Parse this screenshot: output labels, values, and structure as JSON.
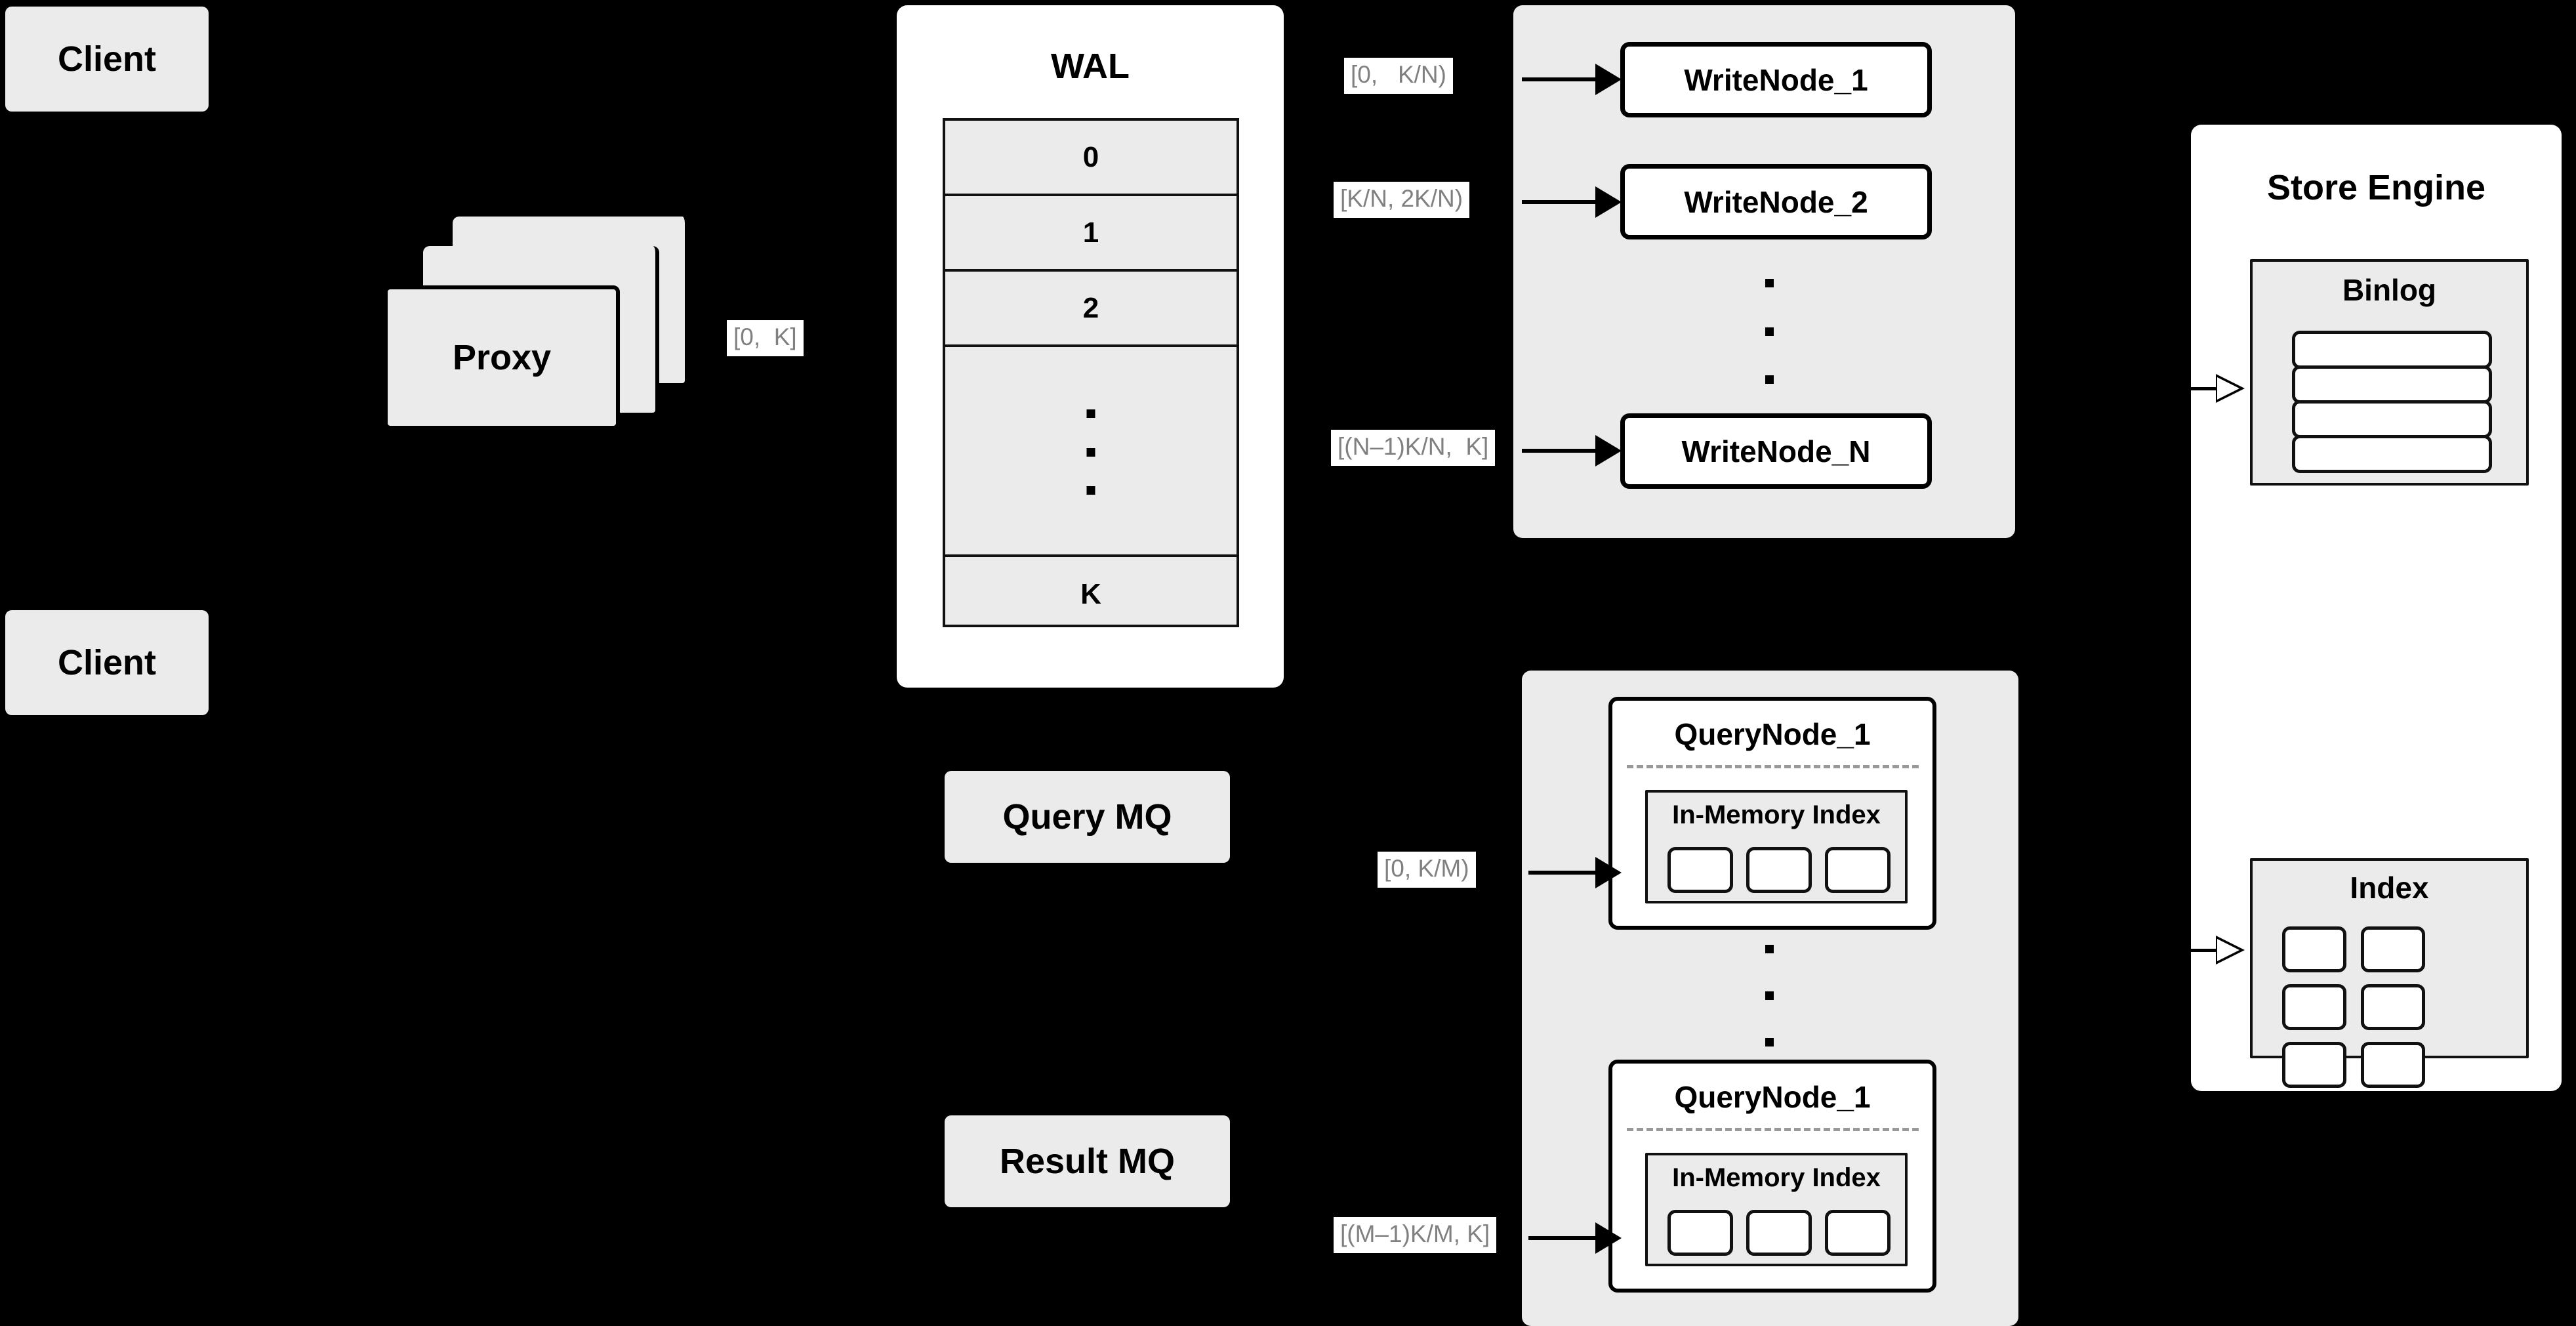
{
  "diagram": {
    "title": "Distributed Write/Query Architecture",
    "background": "#000000",
    "box_fill": "#ebebeb",
    "panel_fill": "#ffffff",
    "label_text_color": "#808080",
    "stroke": "#000000"
  },
  "clients": [
    {
      "label": "Client"
    },
    {
      "label": "Client"
    }
  ],
  "proxy": {
    "label": "Proxy",
    "stack_count": 3
  },
  "wal": {
    "title": "WAL",
    "rows": [
      "0",
      "1",
      "2",
      "",
      "K"
    ],
    "ellipsis_row_index": 3,
    "ellipsis_dots": 3
  },
  "queues": [
    {
      "label": "Query MQ"
    },
    {
      "label": "Result MQ"
    }
  ],
  "write_cluster": {
    "nodes": [
      {
        "label": "WriteNode_1"
      },
      {
        "label": "WriteNode_2"
      },
      {
        "label": "WriteNode_N"
      }
    ],
    "ellipsis_dots": 3
  },
  "query_cluster": {
    "nodes": [
      {
        "label": "QueryNode_1",
        "index_title": "In-Memory Index",
        "segments": 3
      },
      {
        "label": "QueryNode_1",
        "index_title": "In-Memory Index",
        "segments": 3
      }
    ],
    "ellipsis_dots": 3
  },
  "store_engine": {
    "title": "Store Engine",
    "binlog": {
      "title": "Binlog",
      "rows": 4
    },
    "index": {
      "title": "Index",
      "cells": 6,
      "columns": 3
    }
  },
  "edge_labels": {
    "proxy_to_wal": "[0,  K]",
    "wal_to_write_1": "[0,   K/N)",
    "wal_to_write_2": "[K/N, 2K/N)",
    "wal_to_write_n": "[(N–1)K/N,  K]",
    "mq_to_query_1": "[0, K/M)",
    "mq_to_query_m": "[(M–1)K/M, K]"
  }
}
